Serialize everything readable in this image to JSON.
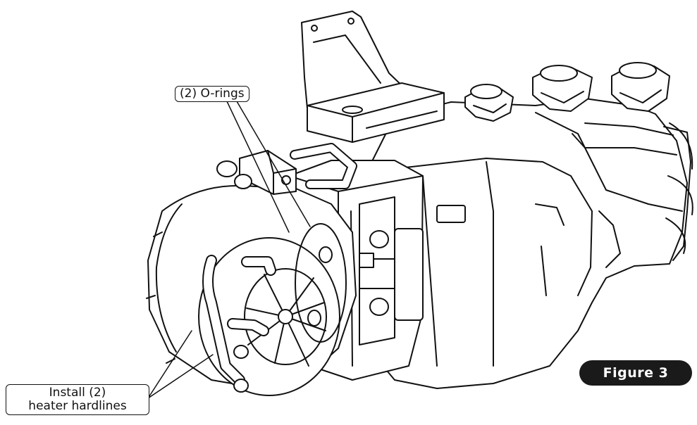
{
  "callouts": {
    "orings": "(2) O-rings",
    "hardlines_line1": "Install (2)",
    "hardlines_line2": "heater hardlines"
  },
  "figure": {
    "label": "Figure 3",
    "badge_color": "#1a1a1a"
  },
  "colors": {
    "line": "#111111",
    "fill": "#ffffff"
  }
}
